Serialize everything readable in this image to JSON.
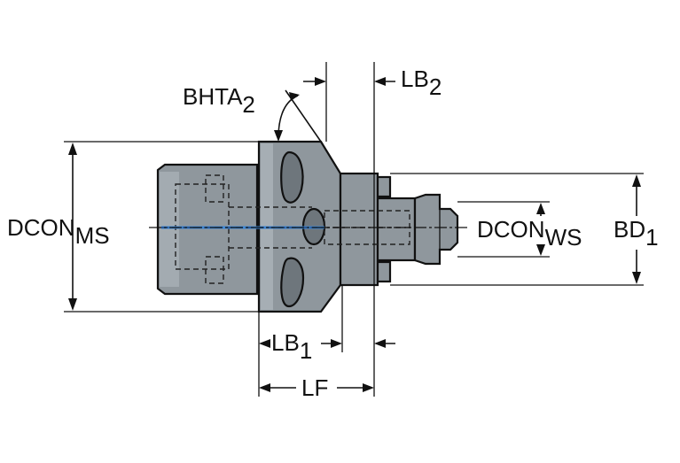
{
  "drawing": {
    "colors": {
      "body": "#8f979d",
      "body_dark": "#6e767c",
      "body_light": "#aab2b8",
      "coolant": "#3a86d6",
      "line": "#111111"
    },
    "labels": {
      "bhta": {
        "main": "BHTA",
        "sub": "2"
      },
      "lb2": {
        "main": "LB",
        "sub": "2"
      },
      "dcon_ms": {
        "main": "DCON",
        "sub": "MS"
      },
      "dcon_ws": {
        "main": "DCON",
        "sub": "WS"
      },
      "bd": {
        "main": "BD",
        "sub": "1"
      },
      "lb1": {
        "main": "LB",
        "sub": "1"
      },
      "lf": {
        "main": "LF",
        "sub": ""
      }
    }
  }
}
